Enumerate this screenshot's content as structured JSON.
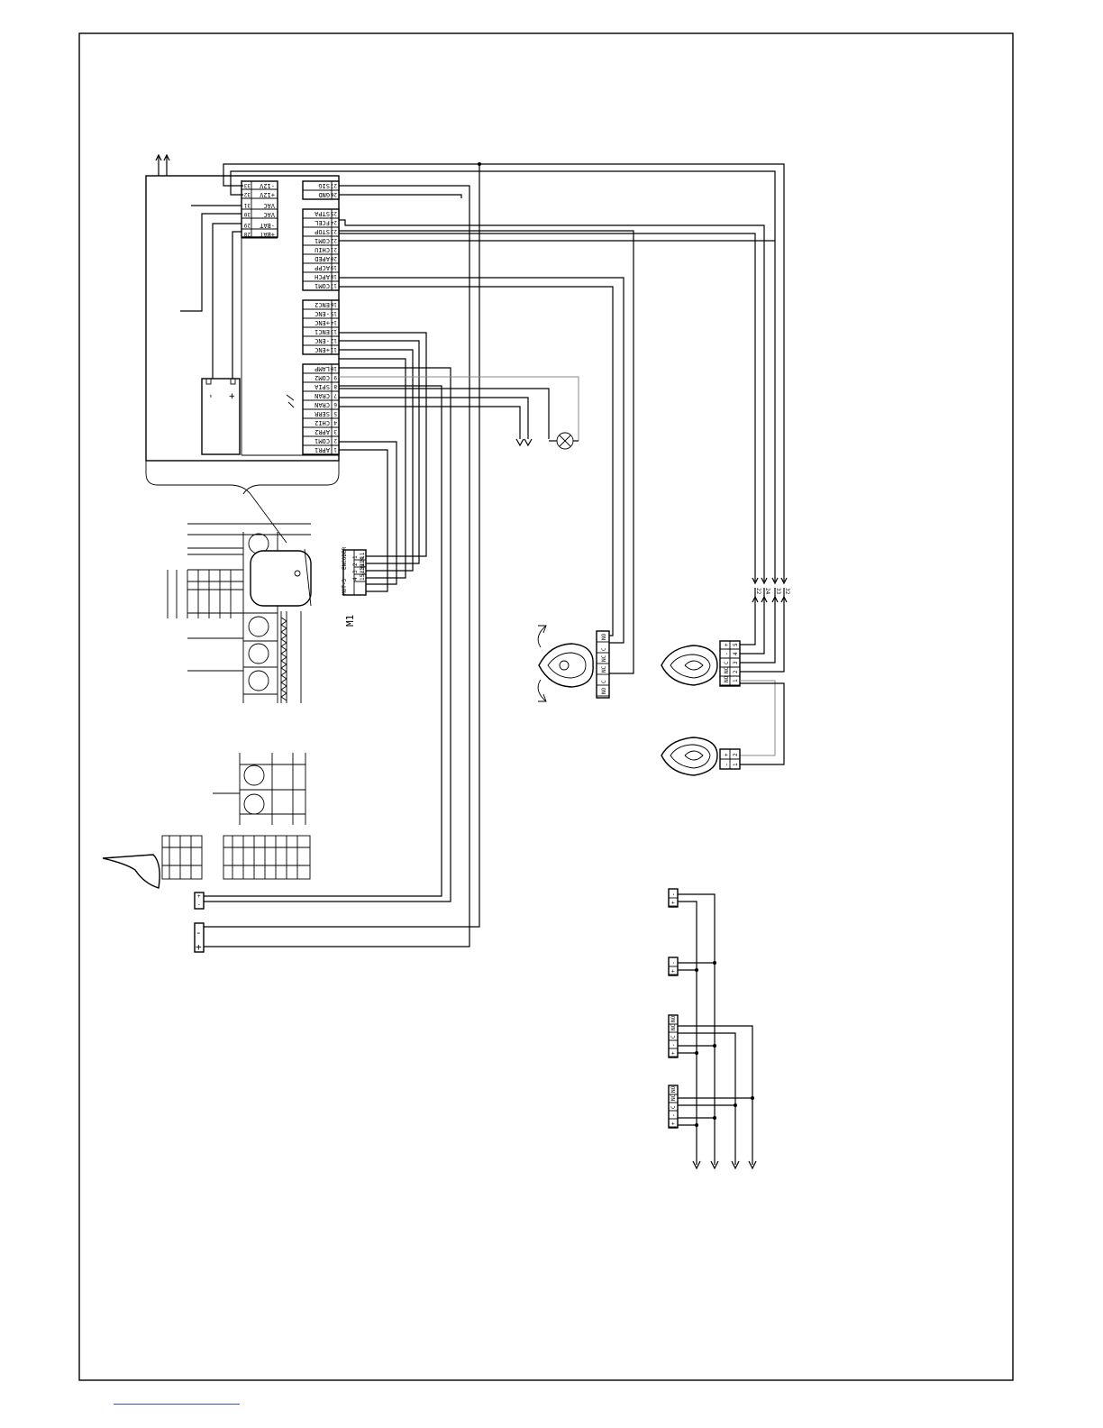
{
  "board": {
    "right_terminals": [
      {
        "num": "27",
        "label": "SIG"
      },
      {
        "num": "26",
        "label": "GND"
      },
      {
        "num": "25",
        "label": "STPA"
      },
      {
        "num": "24",
        "label": "FCEL"
      },
      {
        "num": "23",
        "label": "STOP"
      },
      {
        "num": "22",
        "label": "COM1"
      },
      {
        "num": "21",
        "label": "CHIU"
      },
      {
        "num": "20",
        "label": "APED"
      },
      {
        "num": "19",
        "label": "ACPP"
      },
      {
        "num": "18",
        "label": "APCH"
      },
      {
        "num": "17",
        "label": "COM1"
      },
      {
        "num": "16",
        "label": "ENC2"
      },
      {
        "num": "15",
        "label": "-ENC"
      },
      {
        "num": "14",
        "label": "+ENC"
      },
      {
        "num": "13",
        "label": "ENC1"
      },
      {
        "num": "12",
        "label": "-ENC"
      },
      {
        "num": "11",
        "label": "+ENC"
      },
      {
        "num": "10",
        "label": "LAMP"
      },
      {
        "num": "9",
        "label": "COM2"
      },
      {
        "num": "8",
        "label": "SPIA"
      },
      {
        "num": "7",
        "label": "CRAN"
      },
      {
        "num": "6",
        "label": "CRAN"
      },
      {
        "num": "5",
        "label": "SERR"
      },
      {
        "num": "4",
        "label": "CHI2"
      },
      {
        "num": "3",
        "label": "APR2"
      },
      {
        "num": "2",
        "label": "COM1"
      },
      {
        "num": "1",
        "label": "APR1"
      }
    ],
    "power_terminals": [
      {
        "num": "33",
        "label": "-12V"
      },
      {
        "num": "32",
        "label": "+12V"
      },
      {
        "num": "31",
        "label": "VAC"
      },
      {
        "num": "30",
        "label": "VAC"
      },
      {
        "num": "29",
        "label": "-BAT"
      },
      {
        "num": "28",
        "label": "+BAT"
      }
    ]
  },
  "encoder": {
    "header_left": "MOT-3",
    "header_right": "ENCODER",
    "rows": [
      {
        "left": "1",
        "right": "11"
      },
      {
        "left": "2",
        "right": "12"
      },
      {
        "left": "3",
        "right": "13/14"
      },
      {
        "left": "4",
        "right": "15/16"
      }
    ]
  },
  "motor_label": "M1",
  "battery": {
    "minus": "-",
    "plus": "+"
  },
  "fuse_labels": [
    "L",
    "N"
  ],
  "photocell_tx_terminals": [
    "+",
    "-",
    "C",
    "NC",
    "NO"
  ],
  "photocell_rx_terminals": [
    "+",
    "-"
  ],
  "photocell_arrows": [
    "22",
    "24",
    "33",
    "32"
  ],
  "key_switch_terminals": [
    "NO",
    "C",
    "NC",
    "NC",
    "C",
    "NO"
  ],
  "lamp_terminals": [
    "+",
    "-"
  ],
  "ps_terminals": [
    "+",
    "-"
  ],
  "bottom_group": [
    {
      "terminals": [
        "+",
        "-"
      ]
    },
    {
      "terminals": [
        "+",
        "-"
      ]
    },
    {
      "terminals": [
        "+",
        "-",
        "C",
        "NC",
        "NO"
      ]
    },
    {
      "terminals": [
        "+",
        "-",
        "C",
        "NC",
        "NO"
      ]
    }
  ]
}
